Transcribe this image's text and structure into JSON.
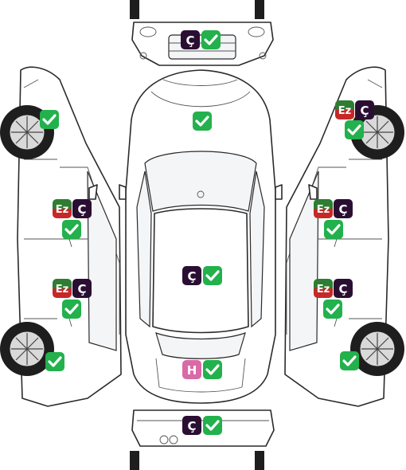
{
  "colors": {
    "ok": "#22b14c",
    "c_badge": "#2a0f33",
    "ez_top": "#2e7d32",
    "ez_bottom": "#c62828",
    "h_badge": "#d96aa6"
  },
  "badges": {
    "front_bumper": {
      "c": "Ç"
    },
    "hood": {},
    "roof": {
      "c": "Ç"
    },
    "trunk": {
      "h": "H"
    },
    "rear_bumper": {
      "c": "Ç"
    },
    "left_front_fender": {},
    "left_front_door": {
      "ez": "Ez",
      "c": "Ç"
    },
    "left_rear_door": {
      "ez": "Ez",
      "c": "Ç"
    },
    "left_rear_fender": {},
    "right_front_fender": {
      "ez": "Ez",
      "c": "Ç"
    },
    "right_front_door": {
      "ez": "Ez",
      "c": "Ç"
    },
    "right_rear_door": {
      "ez": "Ez",
      "c": "Ç"
    },
    "right_rear_fender": {}
  }
}
